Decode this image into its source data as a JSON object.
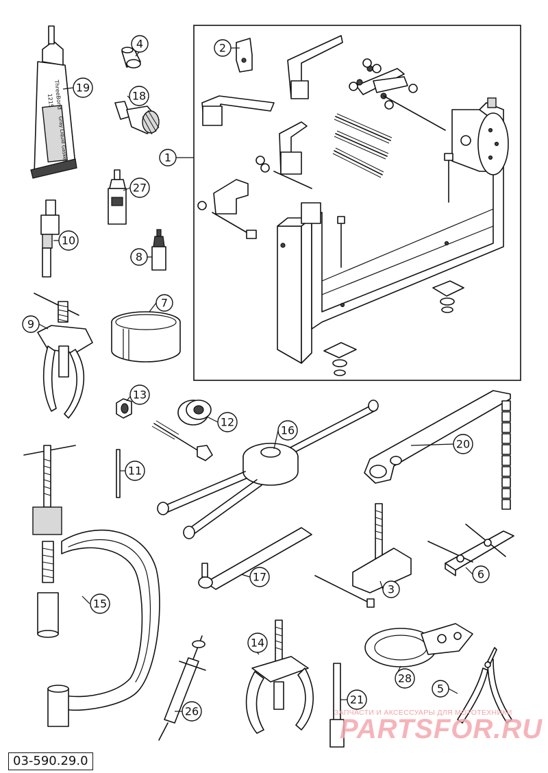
{
  "drawing_number": "03-590.29.0",
  "callouts": {
    "c1": "1",
    "c2": "2",
    "c3": "3",
    "c4": "4",
    "c5": "5",
    "c6": "6",
    "c7": "7",
    "c8": "8",
    "c9": "9",
    "c10": "10",
    "c11": "11",
    "c12": "12",
    "c13": "13",
    "c14": "14",
    "c15": "15",
    "c16": "16",
    "c17": "17",
    "c18": "18",
    "c19": "19",
    "c20": "20",
    "c21": "21",
    "c26": "26",
    "c27": "27",
    "c28": "28"
  },
  "tube_label": {
    "line1": "ThreeBond",
    "line2": "1215",
    "line3": "Gray Liquid Gasket"
  },
  "watermark": {
    "top": "ЗАПЧАСТИ И АКСЕССУАРЫ ДЛЯ МОТОТЕХНИКИ",
    "main": "PARTSFOR.RU",
    "color": "#f4a7ad"
  }
}
